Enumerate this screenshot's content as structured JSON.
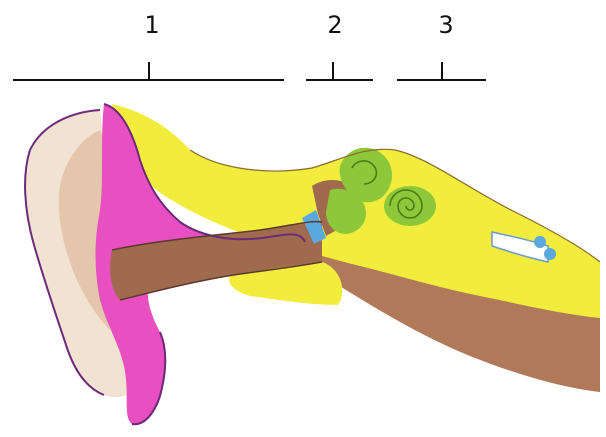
{
  "labels": [
    {
      "number": "1"
    },
    {
      "number": "2"
    },
    {
      "number": "3"
    }
  ],
  "colors": {
    "skin": "#f2e2d2",
    "skin_shadow": "#e4c6ad",
    "cartilage": "#e84fc0",
    "outline": "#6b2a7a",
    "bone": "#f2ec3c",
    "canal": "#a06a4e",
    "eardrum": "#5aa8e0",
    "inner_ear": "#8cc83a",
    "nerve": "#ffffff",
    "tissue": "#b07a5a",
    "line": "#111111"
  }
}
